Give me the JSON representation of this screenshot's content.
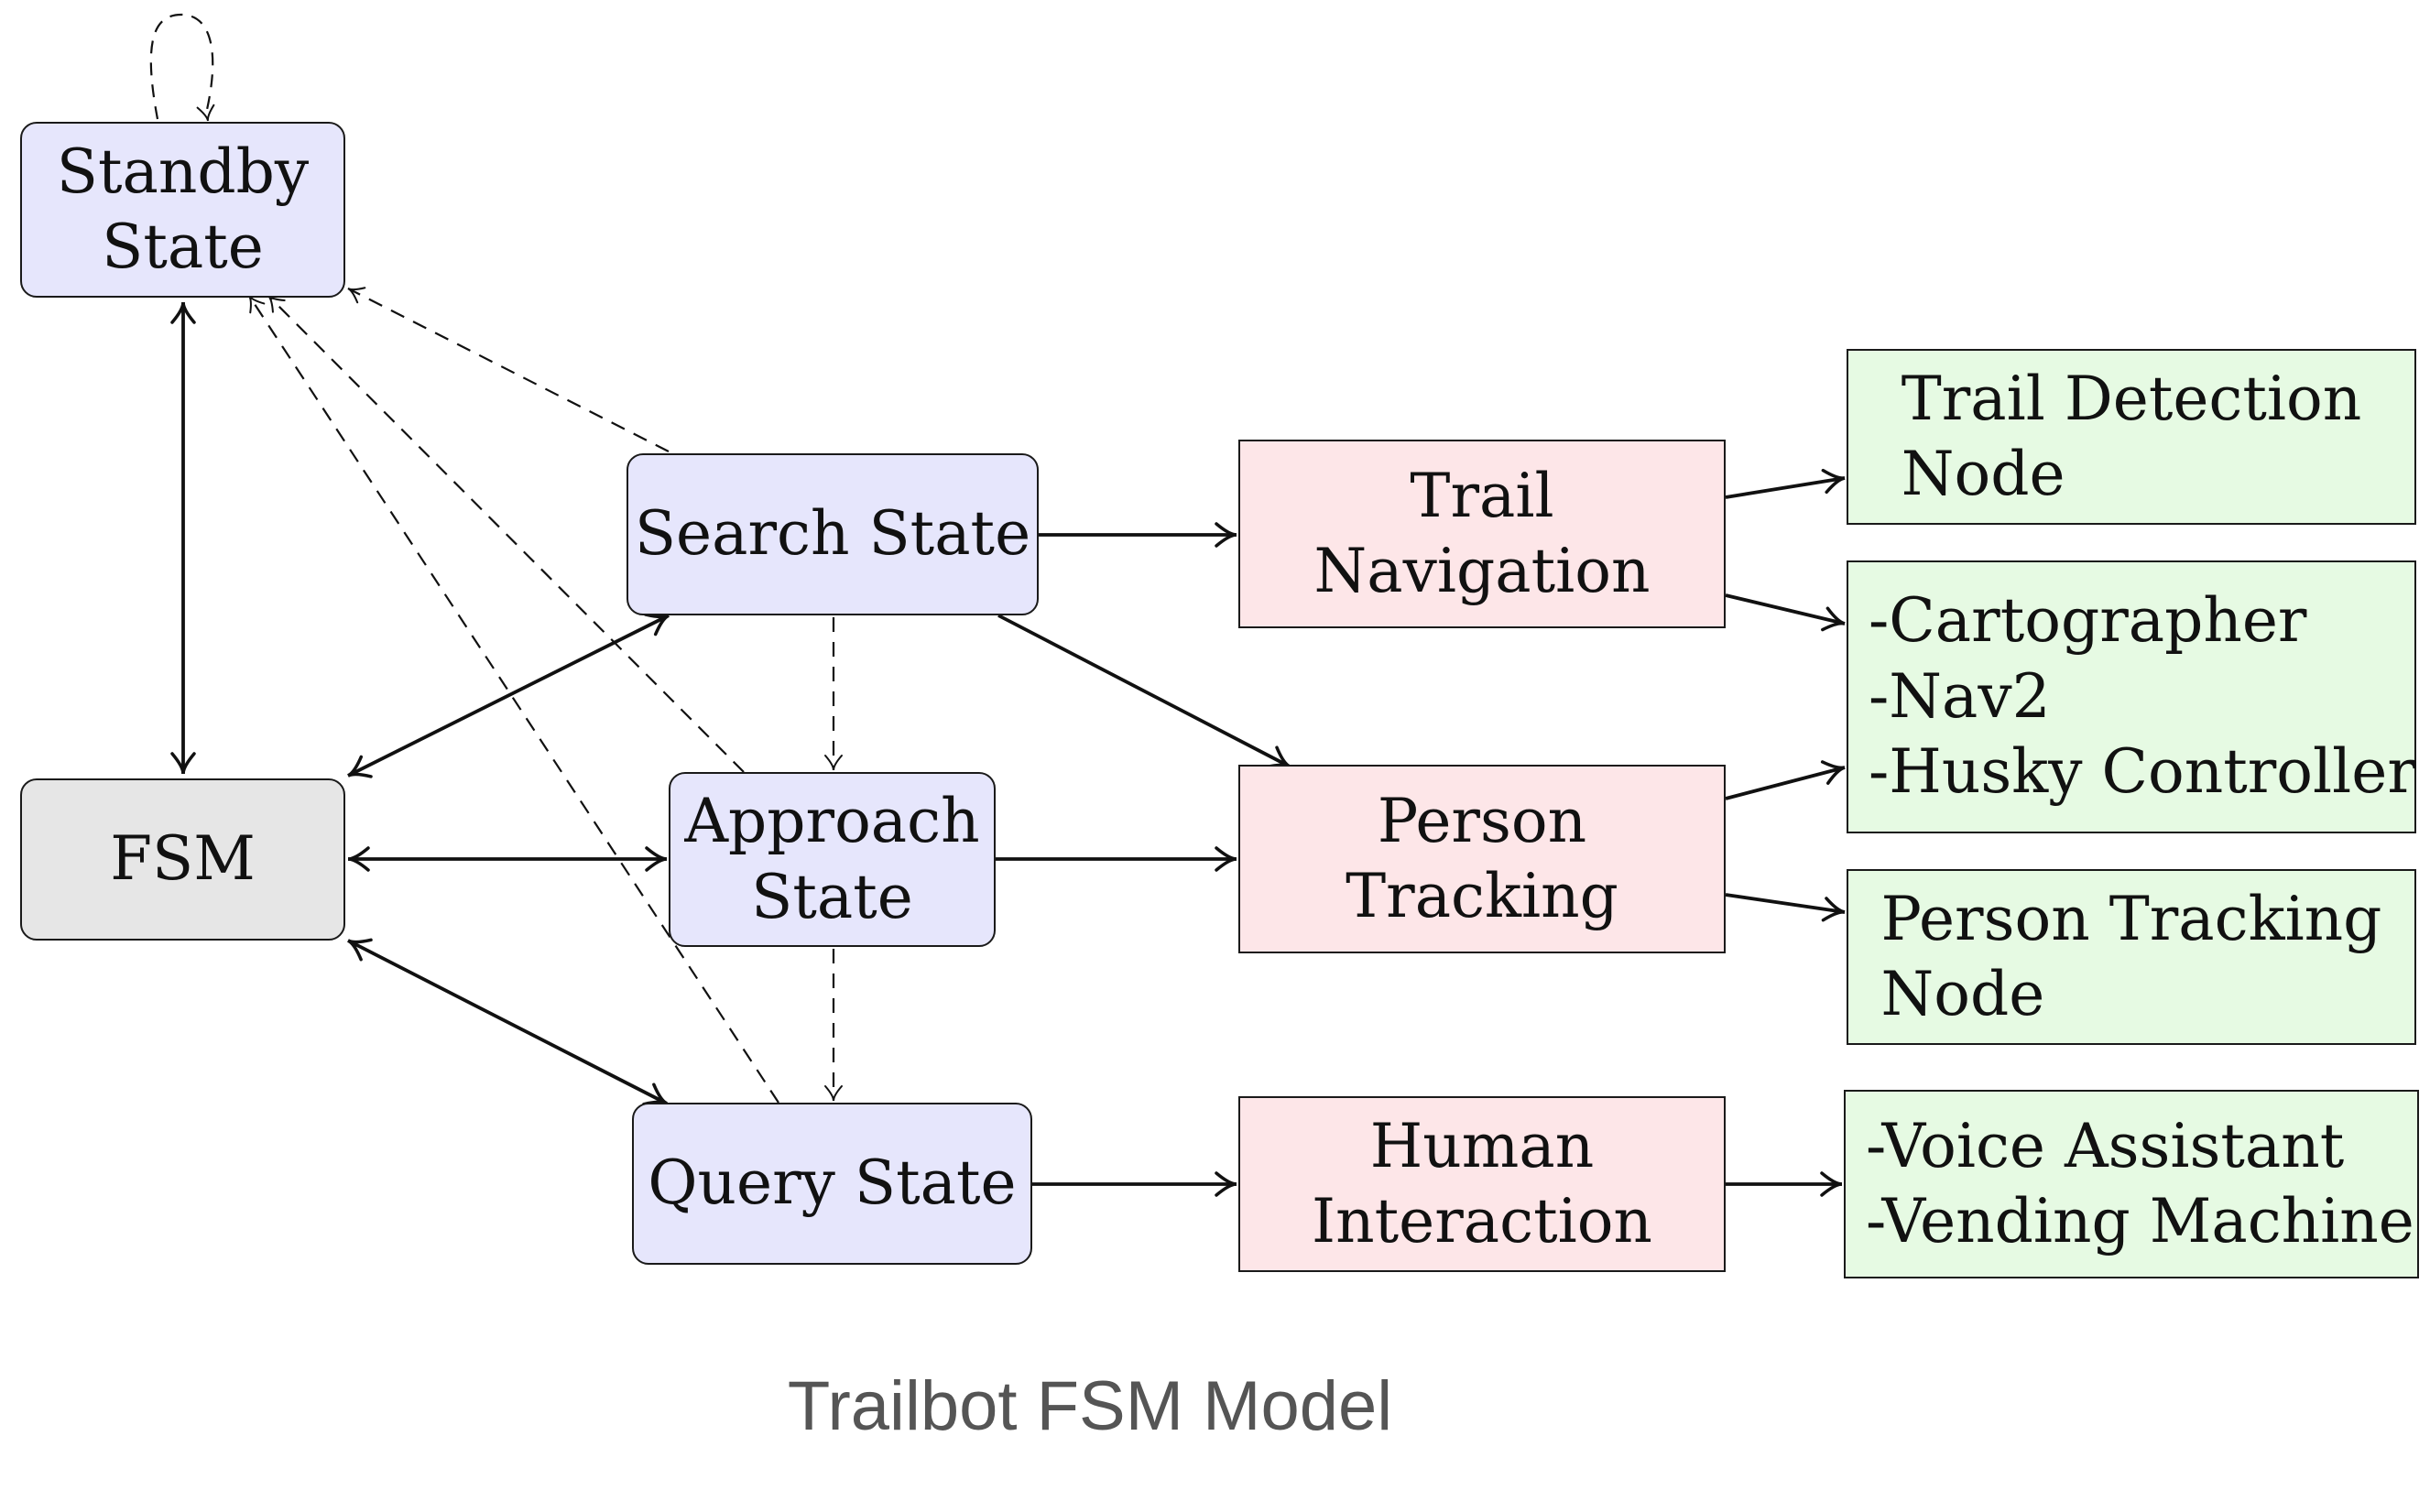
{
  "diagram": {
    "caption": "Trailbot FSM Model",
    "nodes": {
      "standby": [
        "Standby",
        "State"
      ],
      "fsm": [
        "FSM"
      ],
      "search": [
        "Search State"
      ],
      "approach": [
        "Approach",
        "State"
      ],
      "query": [
        "Query State"
      ],
      "trail_nav": [
        "Trail",
        "Navigation"
      ],
      "person_tracking": [
        "Person",
        "Tracking"
      ],
      "human_interaction": [
        "Human",
        "Interaction"
      ],
      "trail_detection": [
        "Trail Detection",
        "Node"
      ],
      "nav_stack": [
        "-Cartographer",
        "-Nav2",
        "-Husky Controller"
      ],
      "person_tracking_node": [
        "Person Tracking",
        "Node"
      ],
      "interaction_stack": [
        "-Voice Assistant",
        "-Vending Machine"
      ]
    },
    "edges": [
      {
        "from": "standby",
        "to": "fsm",
        "style": "solid",
        "arrows": "both"
      },
      {
        "from": "fsm",
        "to": "search",
        "style": "solid",
        "arrows": "both"
      },
      {
        "from": "fsm",
        "to": "approach",
        "style": "solid",
        "arrows": "both"
      },
      {
        "from": "fsm",
        "to": "query",
        "style": "solid",
        "arrows": "both"
      },
      {
        "from": "search",
        "to": "trail_nav",
        "style": "solid",
        "arrows": "end"
      },
      {
        "from": "search",
        "to": "person_tracking",
        "style": "solid",
        "arrows": "end"
      },
      {
        "from": "approach",
        "to": "person_tracking",
        "style": "solid",
        "arrows": "end"
      },
      {
        "from": "query",
        "to": "human_interaction",
        "style": "solid",
        "arrows": "end"
      },
      {
        "from": "trail_nav",
        "to": "trail_detection",
        "style": "solid",
        "arrows": "end"
      },
      {
        "from": "trail_nav",
        "to": "nav_stack",
        "style": "solid",
        "arrows": "end"
      },
      {
        "from": "person_tracking",
        "to": "nav_stack",
        "style": "solid",
        "arrows": "end"
      },
      {
        "from": "person_tracking",
        "to": "person_tracking_node",
        "style": "solid",
        "arrows": "end"
      },
      {
        "from": "human_interaction",
        "to": "interaction_stack",
        "style": "solid",
        "arrows": "end"
      },
      {
        "from": "search",
        "to": "approach",
        "style": "dashed",
        "arrows": "end"
      },
      {
        "from": "approach",
        "to": "query",
        "style": "dashed",
        "arrows": "end"
      },
      {
        "from": "search",
        "to": "standby",
        "style": "dashed",
        "arrows": "end"
      },
      {
        "from": "approach",
        "to": "standby",
        "style": "dashed",
        "arrows": "end"
      },
      {
        "from": "query",
        "to": "standby",
        "style": "dashed",
        "arrows": "end"
      },
      {
        "from": "standby",
        "to": "standby",
        "style": "dashed",
        "arrows": "end"
      }
    ]
  }
}
